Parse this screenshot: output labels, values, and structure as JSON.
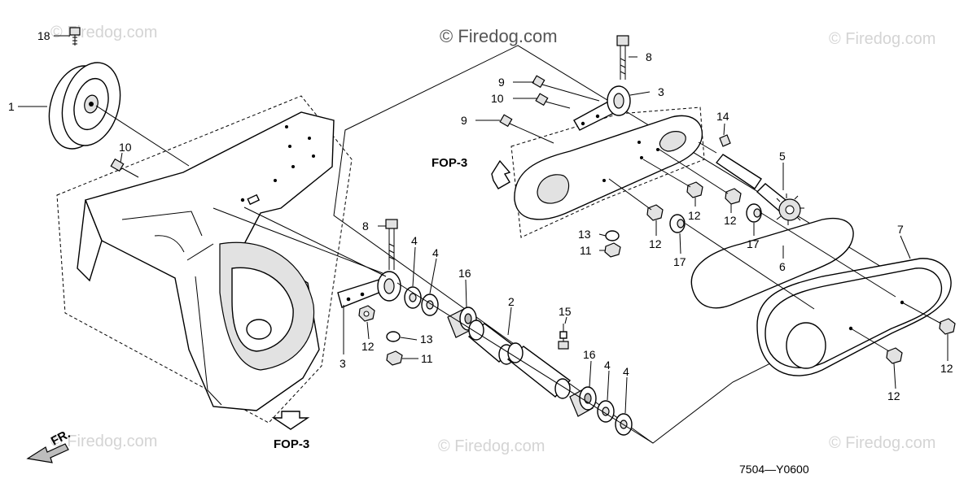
{
  "watermarks": {
    "main": "© Firedog.com",
    "faint": "© Firedog.com"
  },
  "diagram_code": "7504—Y0600",
  "front_indicator": "FR.",
  "references": {
    "fop_upper": "FOP-3",
    "fop_lower": "FOP-3"
  },
  "callouts": {
    "c1": "1",
    "c2": "2",
    "c3a": "3",
    "c3b": "3",
    "c4a": "4",
    "c4b": "4",
    "c4c": "4",
    "c4d": "4",
    "c5": "5",
    "c6": "6",
    "c7": "7",
    "c8a": "8",
    "c8b": "8",
    "c9a": "9",
    "c9b": "9",
    "c10a": "10",
    "c10b": "10",
    "c11a": "11",
    "c11b": "11",
    "c12a": "12",
    "c12b": "12",
    "c12c": "12",
    "c12d": "12",
    "c12e": "12",
    "c12f": "12",
    "c13a": "13",
    "c13b": "13",
    "c14": "14",
    "c15": "15",
    "c16a": "16",
    "c16b": "16",
    "c17a": "17",
    "c17b": "17",
    "c18": "18"
  }
}
